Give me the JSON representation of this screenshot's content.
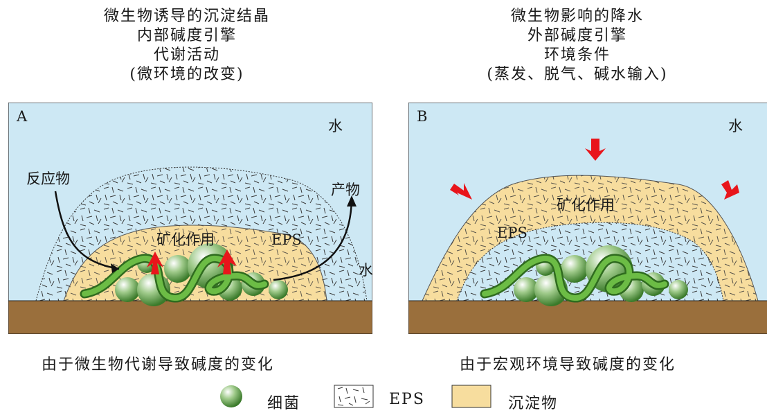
{
  "panel_a": {
    "title_lines": [
      "微生物诱导的沉淀结晶",
      "内部碱度引擎",
      "代谢活动",
      "(微环境的改变)"
    ],
    "letter": "A",
    "water": "水",
    "water_side": "水",
    "reactant": "反应物",
    "product": "产物",
    "mineralization": "矿化作用",
    "eps": "EPS",
    "caption": "由于微生物代谢导致碱度的变化"
  },
  "panel_b": {
    "title_lines": [
      "微生物影响的降水",
      "外部碱度引擎",
      "环境条件",
      "(蒸发、脱气、碱水输入)"
    ],
    "letter": "B",
    "water": "水",
    "mineralization": "矿化作用",
    "eps": "EPS",
    "caption": "由于宏观环境导致碱度的变化"
  },
  "legend": {
    "bacteria": "细菌",
    "eps": "EPS",
    "sediment": "沉淀物"
  },
  "colors": {
    "water": "#cde8f4",
    "sediment": "#f7dd9e",
    "ground": "#9a6f3c",
    "arrow_red": "#e8151b",
    "bacteria_green": "#4c9a35",
    "filament_green": "#58a83a"
  }
}
